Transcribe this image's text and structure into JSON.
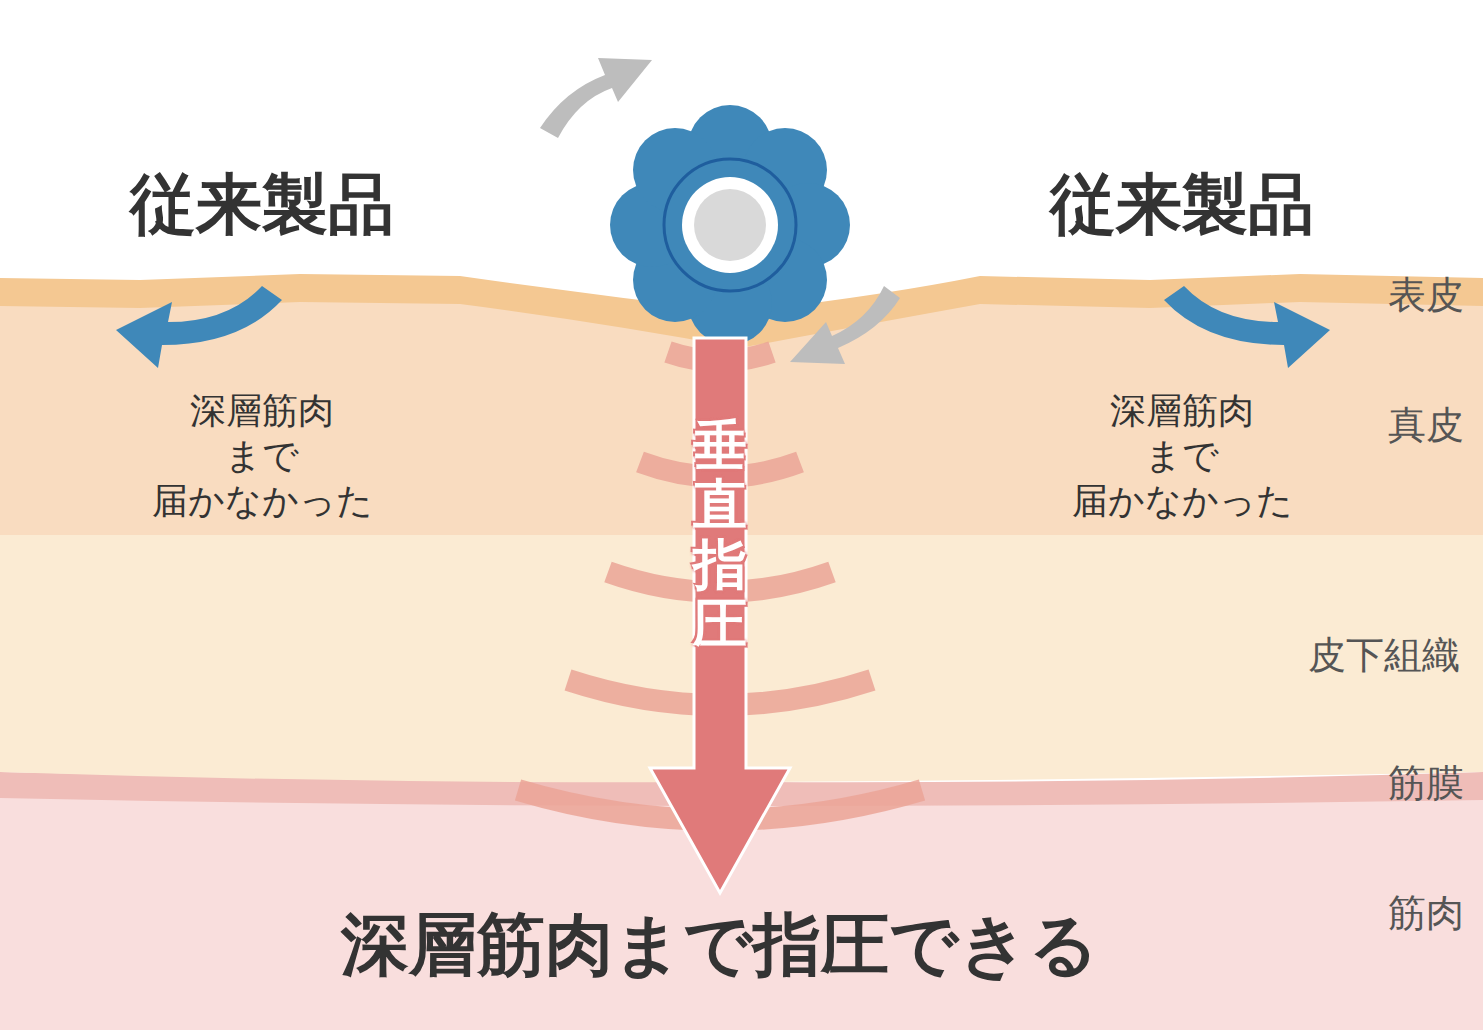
{
  "diagram": {
    "caption": "深層筋肉まで指圧できる",
    "nodes": [
      {
        "text": [
          "垂直指圧"
        ]
      }
    ],
    "labels": [
      "従来製品",
      "従来製品",
      "深層筋肉 まで 届かなかった",
      "深層筋肉 まで 届かなかった",
      "表皮",
      "真皮",
      "皮下組織",
      "筋膜",
      "筋肉"
    ]
  }
}
